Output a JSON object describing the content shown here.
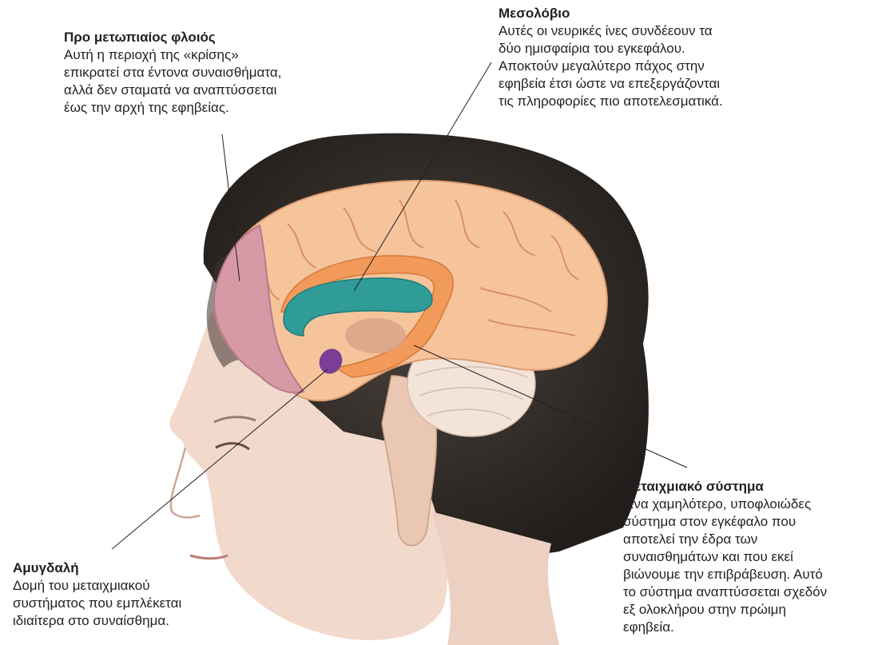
{
  "labels": {
    "prefrontal": {
      "title": "Προ μετωπιαίος φλοιός",
      "text": "Αυτή η περιοχή της «κρίσης»\nεπικρατεί στα έντονα συναισθήματα,\nαλλά δεν σταματά να αναπτύσσεται\nέως την αρχή της εφηβείας."
    },
    "corpus_callosum": {
      "title": "Μεσολόβιο",
      "text": "Αυτές οι νευρικές ίνες συνδέεουν τα\nδύο ημισφαίρια του εγκεφάλου.\nΑποκτούν μεγαλύτερο πάχος στην\nεφηβεία έτσι ώστε να επεξεργάζονται\nτις πληροφορίες πιο αποτελεσματικά."
    },
    "limbic": {
      "title": "Μεταιχμιακό σύστημα",
      "text": "Ένα χαμηλότερο, υποφλοιώδες\nσύστημα στον εγκέφαλο που\nαποτελεί την έδρα των\nσυναισθημάτων και που εκεί\nβιώνουμε την επιβράβευση. Αυτό\nτο σύστημα αναπτύσσεται σχεδόν\nεξ ολοκλήρου στην πρώιμη\nεφηβεία."
    },
    "amygdala": {
      "title": "Αμυγδαλή",
      "text": "Δομή του μεταιχμιακού\nσυστήματος που εμπλέκεται\nιδιαίτερα στο συναίσθημα."
    }
  },
  "colors": {
    "hair": "#2b2623",
    "skin": "#f1d9cc",
    "prefrontal": "#d69aa6",
    "cortex": "#f6c49b",
    "corpus_callosum": "#2f9c98",
    "limbic": "#f29a5a",
    "amygdala": "#7b3e96",
    "cerebellum": "#f3e4da",
    "brainstem": "#eac7b2"
  }
}
